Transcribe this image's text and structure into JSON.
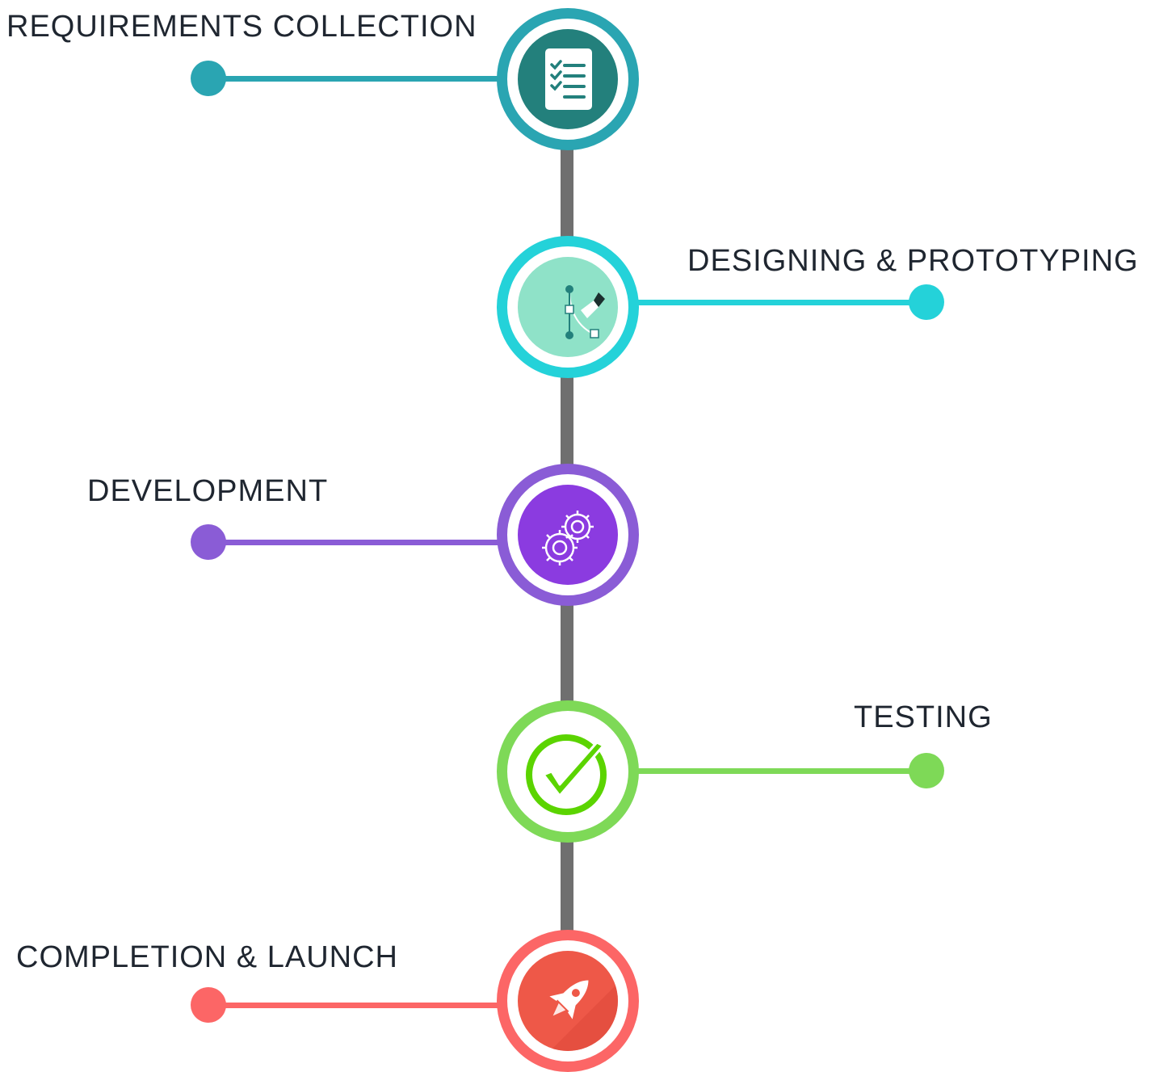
{
  "stages": [
    {
      "label": "REQUIREMENTS COLLECTION",
      "icon": "checklist-icon",
      "color": "#2aa5b2"
    },
    {
      "label": "DESIGNING & PROTOTYPING",
      "icon": "pen-tool-icon",
      "color": "#24d2d9"
    },
    {
      "label": "DEVELOPMENT",
      "icon": "gears-icon",
      "color": "#8a5cd6"
    },
    {
      "label": "TESTING",
      "icon": "checkmark-icon",
      "color": "#7ed957"
    },
    {
      "label": "COMPLETION & LAUNCH",
      "icon": "rocket-icon",
      "color": "#fc6666"
    }
  ]
}
